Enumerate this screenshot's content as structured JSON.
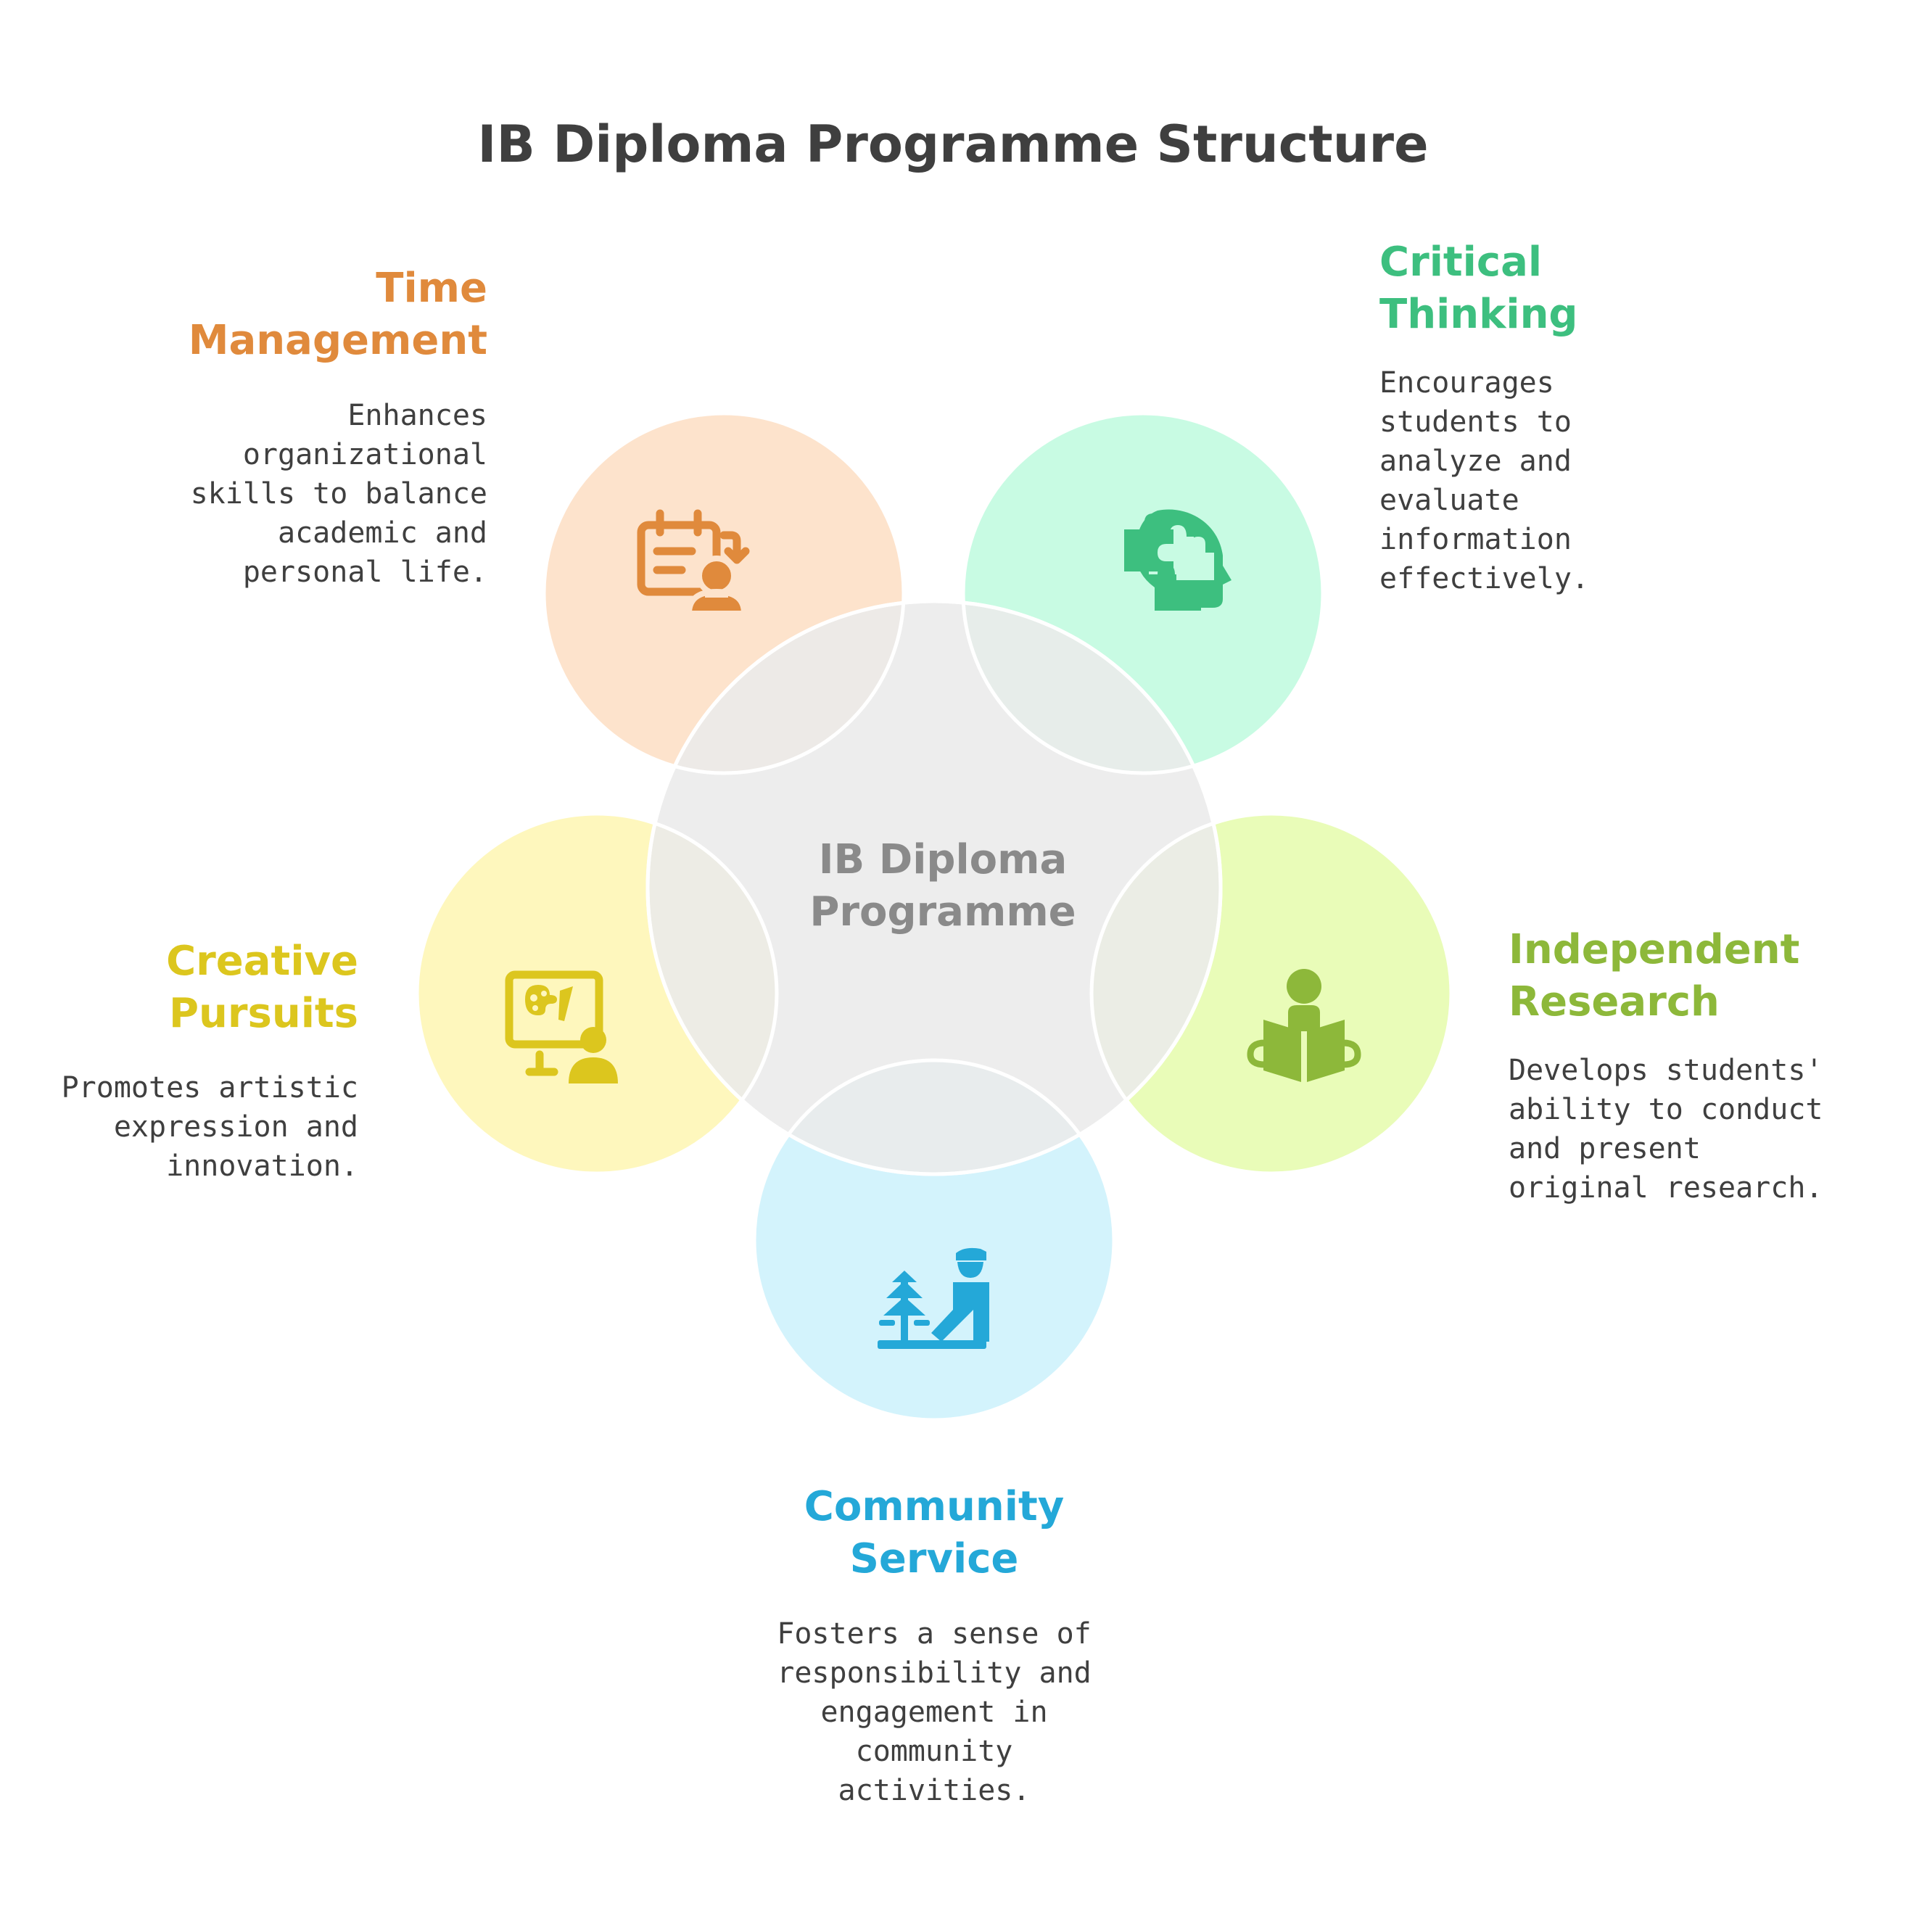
{
  "title": "IB Diploma Programme Structure",
  "center": {
    "label": "IB Diploma\nProgramme",
    "color": "#8a8a8a",
    "fill": "#ebebeb"
  },
  "segments": [
    {
      "id": "time-management",
      "heading": "Time\nManagement",
      "description": "Enhances\norganizational\nskills to balance\nacademic and\npersonal life.",
      "color": "#e08a3c",
      "fill": "#fde3cc",
      "icon": "calendar-person-icon"
    },
    {
      "id": "critical-thinking",
      "heading": "Critical\nThinking",
      "description": "Encourages\nstudents to\nanalyze and\nevaluate\ninformation\neffectively.",
      "color": "#3dbf7f",
      "fill": "#c8fbe3",
      "icon": "puzzle-head-icon"
    },
    {
      "id": "independent-research",
      "heading": "Independent\nResearch",
      "description": "Develops students'\nability to conduct\nand present\noriginal research.",
      "color": "#8db83a",
      "fill": "#e9fcb8",
      "icon": "person-reading-icon"
    },
    {
      "id": "community-service",
      "heading": "Community\nService",
      "description": "Fosters a sense of\nresponsibility and\nengagement in\ncommunity\nactivities.",
      "color": "#24a8d8",
      "fill": "#d3f3fc",
      "icon": "person-planting-tree-icon"
    },
    {
      "id": "creative-pursuits",
      "heading": "Creative\nPursuits",
      "description": "Promotes artistic\nexpression and\ninnovation.",
      "color": "#dcc61e",
      "fill": "#fef7bd",
      "icon": "art-monitor-person-icon"
    }
  ]
}
